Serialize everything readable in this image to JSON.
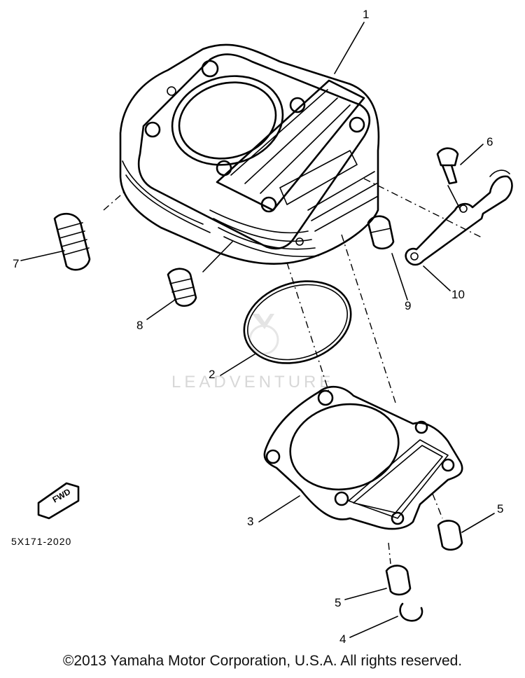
{
  "callouts": {
    "c1": "1",
    "c2": "2",
    "c3": "3",
    "c4": "4",
    "c5a": "5",
    "c5b": "5",
    "c6": "6",
    "c7": "7",
    "c8": "8",
    "c9": "9",
    "c10": "10"
  },
  "part_number_code": "5X171-2020",
  "fwd_mark": "FWD",
  "watermark": "LEADVENTURE",
  "copyright": "©2013 Yamaha Motor Corporation, U.S.A. All rights reserved."
}
